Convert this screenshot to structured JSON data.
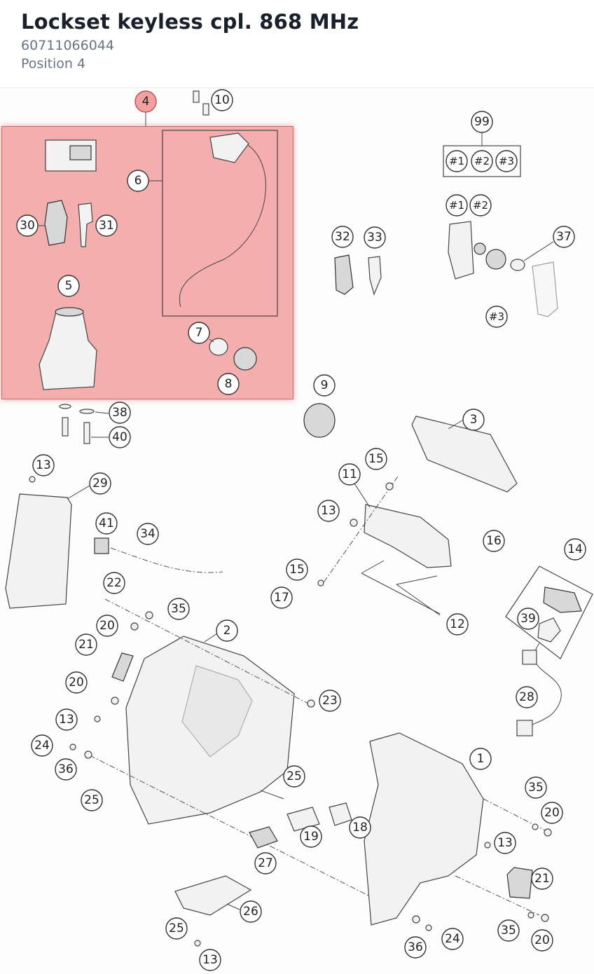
{
  "header": {
    "title": "Lockset keyless cpl. 868 MHz",
    "part_number": "60711066044",
    "position": "Position 4"
  },
  "highlight": {
    "label": "4",
    "color": "#f08c8c"
  },
  "callouts": {
    "c1": "1",
    "c2": "2",
    "c3": "3",
    "c4": "4",
    "c5": "5",
    "c6": "6",
    "c7": "7",
    "c8": "8",
    "c9": "9",
    "c10": "10",
    "c11": "11",
    "c12": "12",
    "c13": "13",
    "c14": "14",
    "c15": "15",
    "c16": "16",
    "c17": "17",
    "c18": "18",
    "c19": "19",
    "c20": "20",
    "c21": "21",
    "c22": "22",
    "c23": "23",
    "c24": "24",
    "c25": "25",
    "c26": "26",
    "c27": "27",
    "c28": "28",
    "c29": "29",
    "c30": "30",
    "c31": "31",
    "c32": "32",
    "c33": "33",
    "c34": "34",
    "c35": "35",
    "c36": "36",
    "c37": "37",
    "c38": "38",
    "c39": "39",
    "c40": "40",
    "c41": "41",
    "c99": "99",
    "h1": "#1",
    "h2": "#2",
    "h3": "#3"
  }
}
